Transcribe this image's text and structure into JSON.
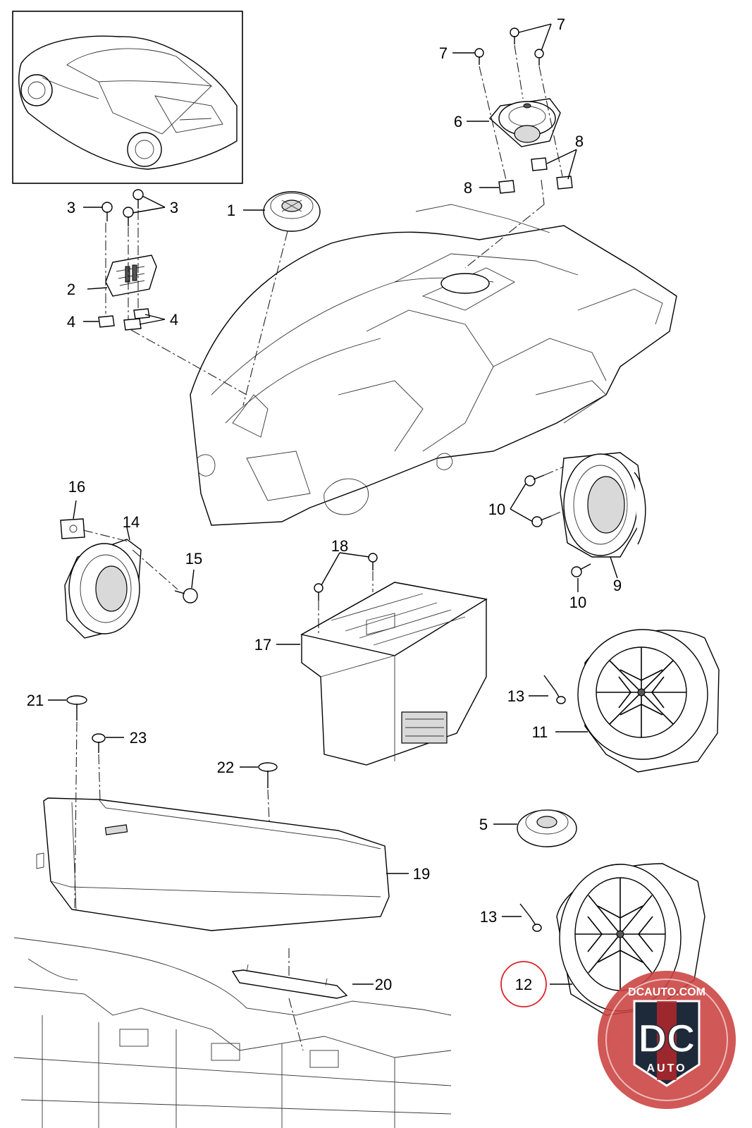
{
  "callouts": {
    "c1": "1",
    "c2": "2",
    "c3a": "3",
    "c3b": "3",
    "c4a": "4",
    "c4b": "4",
    "c5": "5",
    "c6": "6",
    "c7a": "7",
    "c7b": "7",
    "c8a": "8",
    "c8b": "8",
    "c9": "9",
    "c10a": "10",
    "c10b": "10",
    "c11": "11",
    "c12": "12",
    "c13a": "13",
    "c13b": "13",
    "c14": "14",
    "c15": "15",
    "c16": "16",
    "c17": "17",
    "c18": "18",
    "c19": "19",
    "c20": "20",
    "c21": "21",
    "c22": "22",
    "c23": "23"
  },
  "highlighted_callout": "12",
  "highlight_color": "#d9242a",
  "watermark": {
    "url_text": "DCAUTO.COM",
    "monogram": "DC",
    "word": "AUTO",
    "colors": {
      "ring": "#c9413f",
      "badge": "#1e2a3a",
      "stripe": "#b3272a"
    }
  },
  "icons": [
    "vehicle-overview-icon",
    "tweeter-icon",
    "amplifier-icon",
    "subwoofer-icon",
    "screw-icon",
    "clip-nut-icon"
  ]
}
